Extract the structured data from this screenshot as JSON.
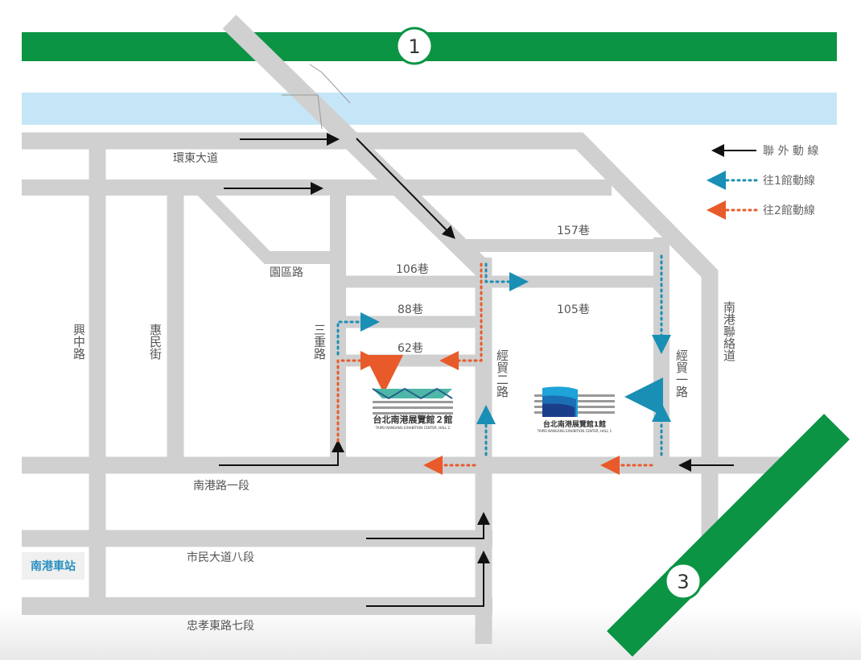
{
  "highways": [
    {
      "number": "1"
    },
    {
      "number": "3"
    }
  ],
  "roads": {
    "huandong": "環東大道",
    "yuanqu": "園區路",
    "lane157": "157巷",
    "lane106": "106巷",
    "lane88": "88巷",
    "lane105": "105巷",
    "lane62": "62巷",
    "xingzhong": "興中路",
    "huimin": "惠民街",
    "sanchong": "三重路",
    "jingmao2": "經貿二路",
    "jingmao1": "經貿一路",
    "nangang_link": "南港聯絡道",
    "nangang_rd": "南港路一段",
    "civic": "市民大道八段",
    "zhongxiao": "忠孝東路七段"
  },
  "station": "南港車站",
  "buildings": {
    "hall2": {
      "name": "台北南港展覽館２館",
      "sub": "TAIPEI NANGANG EXHIBITION CENTER, HALL 2"
    },
    "hall1": {
      "name": "台北南港展覽館1館",
      "sub": "TAIPEI NANGANG EXHIBITION CENTER, HALL 1"
    }
  },
  "legend": [
    {
      "label": "聯 外 動 線",
      "color": "#111111",
      "style": "solid"
    },
    {
      "label": "往1館動線",
      "color": "#1a8fb5",
      "style": "dotted"
    },
    {
      "label": "往2館動線",
      "color": "#e85a2a",
      "style": "dotted"
    }
  ],
  "colors": {
    "highway": "#0b9444",
    "river": "#c5e6f7",
    "road": "#d0d0d0"
  }
}
